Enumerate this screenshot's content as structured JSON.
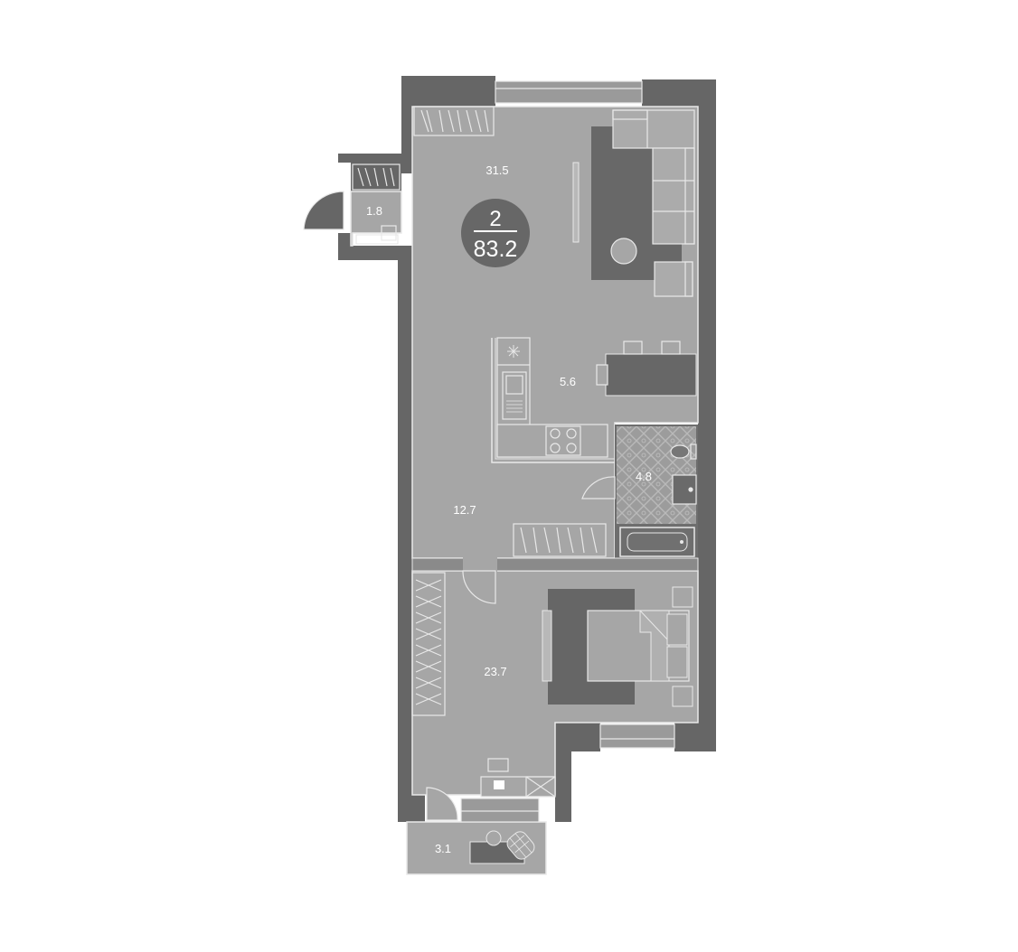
{
  "plan": {
    "rooms_count": "2",
    "total_area": "83.2",
    "rooms": {
      "living": "31.5",
      "storage": "1.8",
      "kitchen": "5.6",
      "bathroom": "4.8",
      "hall": "12.7",
      "bedroom": "23.7",
      "balcony": "3.1"
    }
  },
  "colors": {
    "wall": "#666666",
    "floor": "#a6a6a6",
    "furniture_dark": "#6a6a6a",
    "line": "#e6e6e6",
    "tile": "#9a9a9a"
  }
}
